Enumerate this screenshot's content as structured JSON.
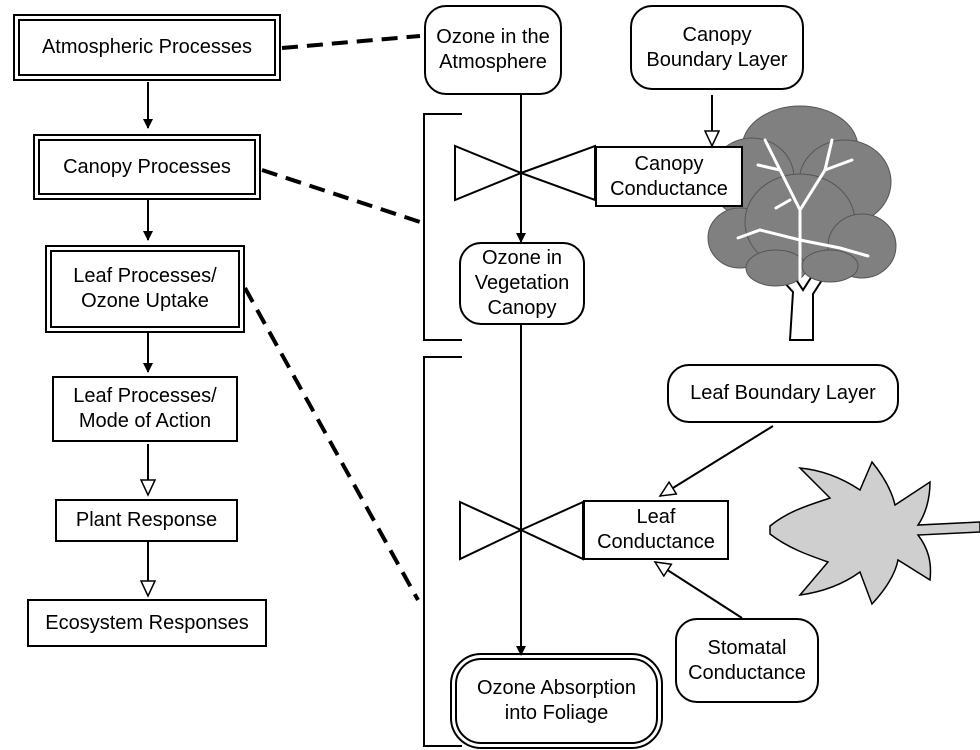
{
  "left_chain": {
    "atmospheric": "Atmospheric Processes",
    "canopy": "Canopy Processes",
    "leaf_uptake": "Leaf Processes/\nOzone Uptake",
    "leaf_mode": "Leaf Processes/\nMode of Action",
    "plant_response": "Plant Response",
    "ecosystem": "Ecosystem Responses"
  },
  "ozone_path": {
    "atmosphere": "Ozone in the\nAtmosphere",
    "vegetation_canopy": "Ozone in\nVegetation\nCanopy",
    "absorption": "Ozone Absorption\ninto Foliage"
  },
  "canopy_factors": {
    "boundary_layer": "Canopy\nBoundary Layer",
    "conductance": "Canopy\nConductance"
  },
  "leaf_factors": {
    "boundary_layer": "Leaf Boundary Layer",
    "conductance": "Leaf\nConductance",
    "stomatal": "Stomatal\nConductance"
  },
  "colors": {
    "line": "#000000",
    "tree_foliage": "#808080",
    "leaf_fill": "#cfcfcf",
    "background": "#ffffff"
  },
  "icons": [
    "tree-icon",
    "leaf-icon",
    "valve-icon"
  ]
}
